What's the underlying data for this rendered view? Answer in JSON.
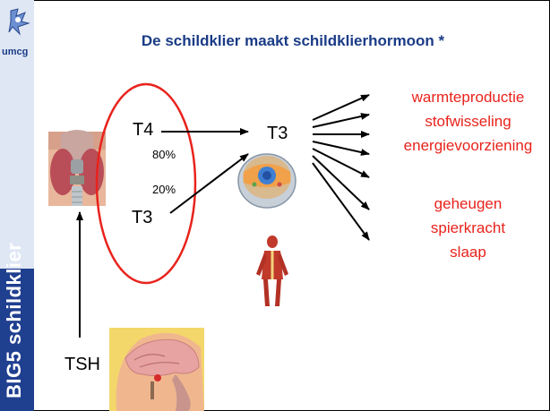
{
  "slide": {
    "title": "De schildklier maakt schildklierhormoon *",
    "logo": "umcg",
    "side_label": "BIG5 schildklier"
  },
  "hormones": {
    "t4_left": "T4",
    "t3_left": "T3",
    "t3_center": "T3",
    "tsh": "TSH",
    "pct_t4": "80%",
    "pct_t3": "20%"
  },
  "effects": [
    "warmteproductie",
    "stofwisseling",
    "energievoorziening",
    "geheugen",
    "spierkracht",
    "slaap"
  ],
  "colors": {
    "accent": "#e8231c",
    "title": "#1a3b86",
    "sidebar": "#1f3f8f"
  }
}
